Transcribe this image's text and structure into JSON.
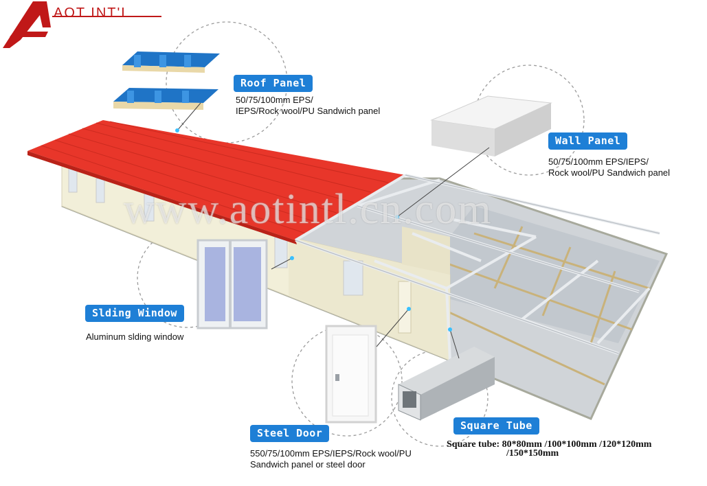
{
  "logo": {
    "text": "AOT INT'L",
    "color": "#c01818"
  },
  "watermark": "www.aotintl.cn.com",
  "callouts": {
    "roof_panel": {
      "label": "Roof Panel",
      "description_lines": [
        "50/75/100mm EPS/",
        "IEPS/Rock wool/PU Sandwich panel"
      ]
    },
    "wall_panel": {
      "label": "Wall Panel",
      "description_lines": [
        "50/75/100mm EPS/IEPS/",
        "Rock wool/PU Sandwich panel"
      ]
    },
    "sliding_window": {
      "label": "Slding Window",
      "description_lines": [
        "Aluminum slding window"
      ]
    },
    "steel_door": {
      "label": "Steel Door",
      "description_lines": [
        "550/75/100mm EPS/IEPS/Rock wool/PU",
        "Sandwich panel or steel door"
      ]
    },
    "square_tube": {
      "label": "Square Tube",
      "description_lines": [
        "Square tube: 80*80mm /100*100mm /120*120mm",
        "/150*150mm"
      ]
    }
  },
  "colors": {
    "badge": "#1e7fd6",
    "roof": "#e8362a",
    "roof_panel": "#2c86d8",
    "wall": "#f2efd9"
  }
}
